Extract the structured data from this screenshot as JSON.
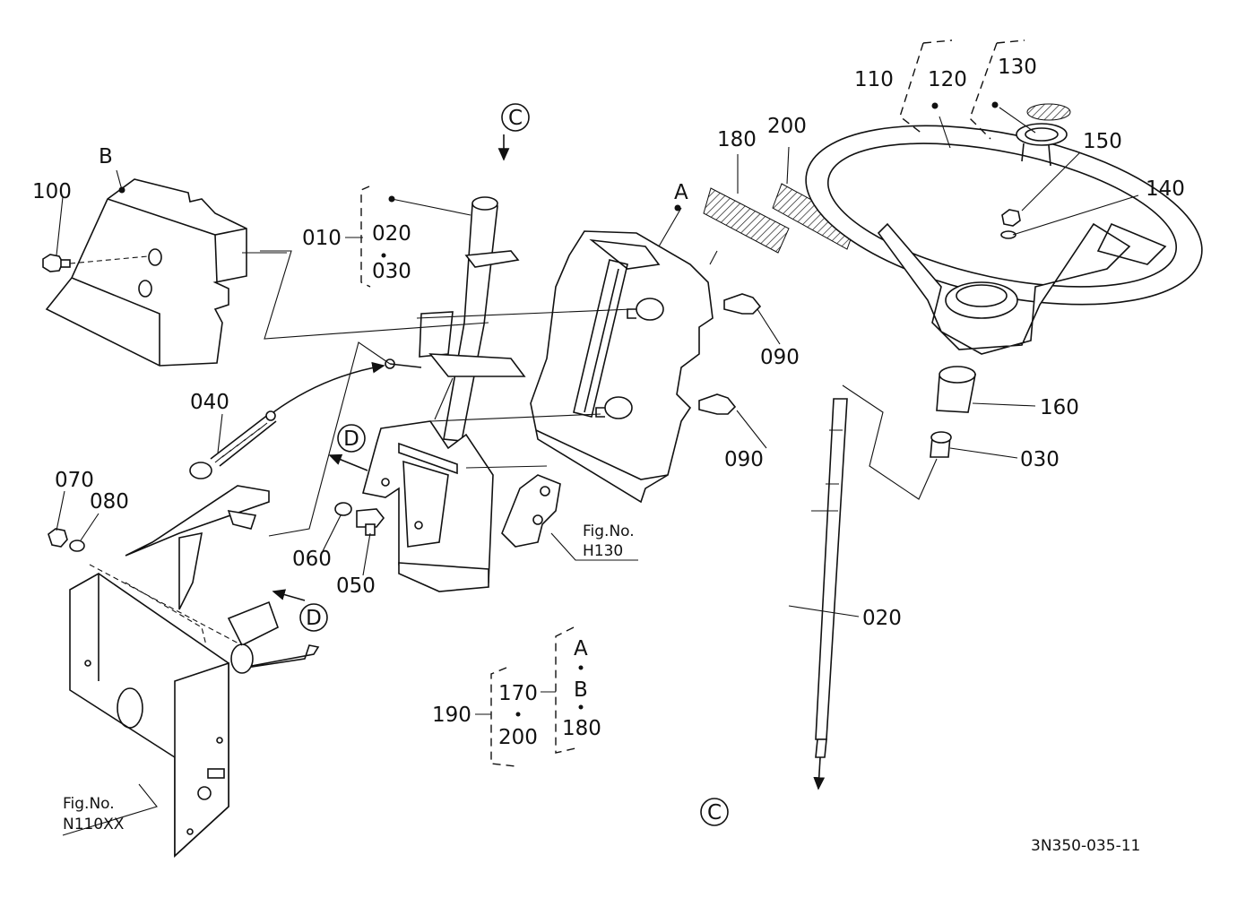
{
  "callouts": {
    "p010": "010",
    "p020": "020",
    "p030": "030",
    "p040": "040",
    "p050": "050",
    "p060": "060",
    "p070": "070",
    "p080": "080",
    "p090a": "090",
    "p090b": "090",
    "p100": "100",
    "p110": "110",
    "p120": "120",
    "p130": "130",
    "p140": "140",
    "p150": "150",
    "p160": "160",
    "p030b": "030",
    "p020b": "020",
    "p180": "180",
    "p200": "200"
  },
  "set_group": {
    "p190": "190",
    "p170": "170",
    "p200": "200",
    "p180": "180",
    "a": "A",
    "b": "B"
  },
  "markers": {
    "a": "A",
    "b": "B",
    "c_top": "C",
    "c_bottom": "C",
    "d_upper": "D",
    "d_lower": "D"
  },
  "fig_refs": {
    "h130_line1": "Fig.No.",
    "h130_line2": "H130",
    "n110_line1": "Fig.No.",
    "n110_line2": "N110XX"
  },
  "drawing_id": "3N350-035-11"
}
